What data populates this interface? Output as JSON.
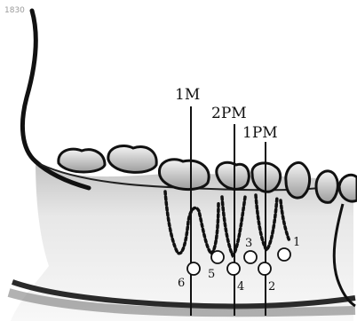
{
  "corner_mark": "1830",
  "tooth_labels": {
    "first_molar": "1M",
    "second_premolar": "2PM",
    "first_premolar": "1PM"
  },
  "point_labels": [
    "1",
    "2",
    "3",
    "4",
    "5",
    "6"
  ],
  "colors": {
    "ink": "#111111",
    "bone_shade": "#bdbdbd",
    "background": "#ffffff"
  }
}
